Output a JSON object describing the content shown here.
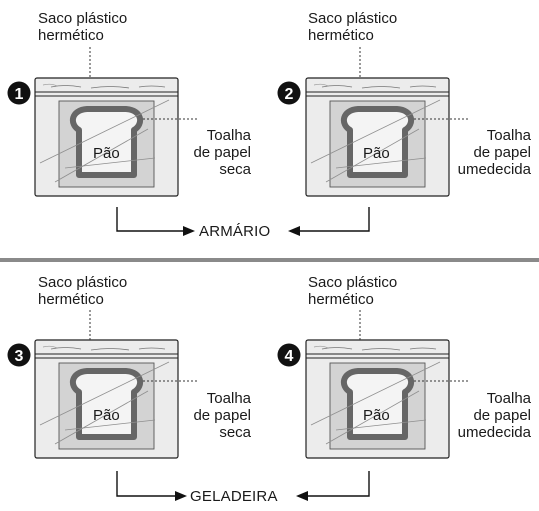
{
  "panels": [
    {
      "number": "1",
      "bag_label_line1": "Saco plástico",
      "bag_label_line2": "hermético",
      "bread_label": "Pão",
      "towel_label_line1": "Toalha",
      "towel_label_line2": "de papel",
      "towel_label_line3": "seca"
    },
    {
      "number": "2",
      "bag_label_line1": "Saco plástico",
      "bag_label_line2": "hermético",
      "bread_label": "Pão",
      "towel_label_line1": "Toalha",
      "towel_label_line2": "de papel",
      "towel_label_line3": "umedecida"
    },
    {
      "number": "3",
      "bag_label_line1": "Saco plástico",
      "bag_label_line2": "hermético",
      "bread_label": "Pão",
      "towel_label_line1": "Toalha",
      "towel_label_line2": "de papel",
      "towel_label_line3": "seca"
    },
    {
      "number": "4",
      "bag_label_line1": "Saco plástico",
      "bag_label_line2": "hermético",
      "bread_label": "Pão",
      "towel_label_line1": "Toalha",
      "towel_label_line2": "de papel",
      "towel_label_line3": "umedecida"
    }
  ],
  "groups": [
    {
      "caption": "ARMÁRIO"
    },
    {
      "caption": "GELADEIRA"
    }
  ],
  "colors": {
    "bag_fill": "#ececec",
    "towel_fill": "#d3d3d3",
    "divider": "#8a8a8a",
    "ink": "#111111"
  }
}
